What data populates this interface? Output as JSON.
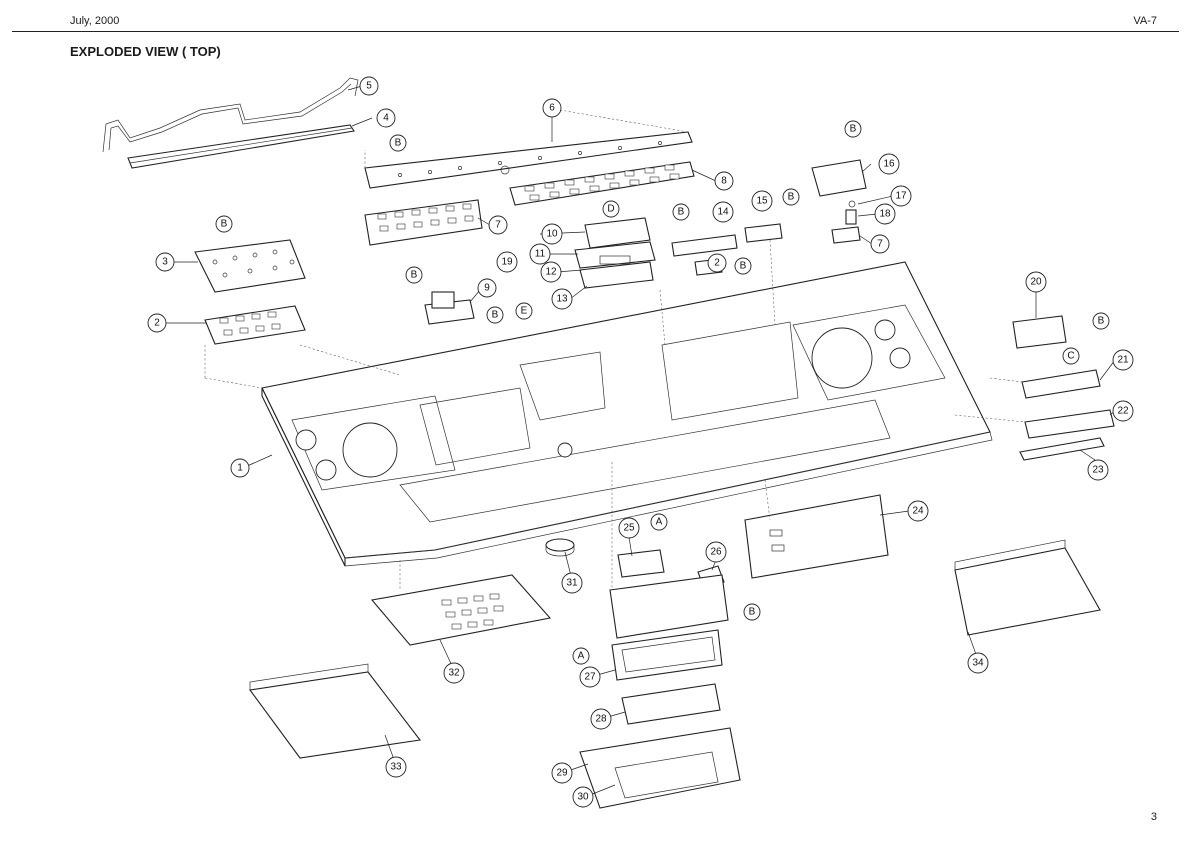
{
  "header": {
    "date": "July, 2000",
    "model": "VA-7"
  },
  "title": "EXPLODED VIEW ( TOP)",
  "page_number": "3",
  "callouts": {
    "c1": "1",
    "c2a": "2",
    "c2b": "2",
    "c3": "3",
    "c4": "4",
    "c5": "5",
    "c6": "6",
    "c7a": "7",
    "c7b": "7",
    "c8": "8",
    "c9": "9",
    "c10": "10",
    "c11": "11",
    "c12": "12",
    "c13": "13",
    "c14": "14",
    "c15": "15",
    "c16": "16",
    "c17": "17",
    "c18": "18",
    "c19": "19",
    "c20": "20",
    "c21": "21",
    "c22": "22",
    "c23": "23",
    "c24": "24",
    "c25": "25",
    "c26": "26",
    "c27": "27",
    "c28": "28",
    "c29": "29",
    "c30": "30",
    "c31": "31",
    "c32": "32",
    "c33": "33",
    "c34": "34"
  },
  "screw_labels": {
    "b1": "B",
    "b2": "B",
    "b3": "B",
    "b4": "B",
    "b5": "B",
    "b6": "B",
    "b7": "B",
    "b8": "B",
    "b9": "B",
    "b10": "B",
    "a1": "A",
    "a2": "A",
    "c": "C",
    "d": "D",
    "e": "E"
  }
}
